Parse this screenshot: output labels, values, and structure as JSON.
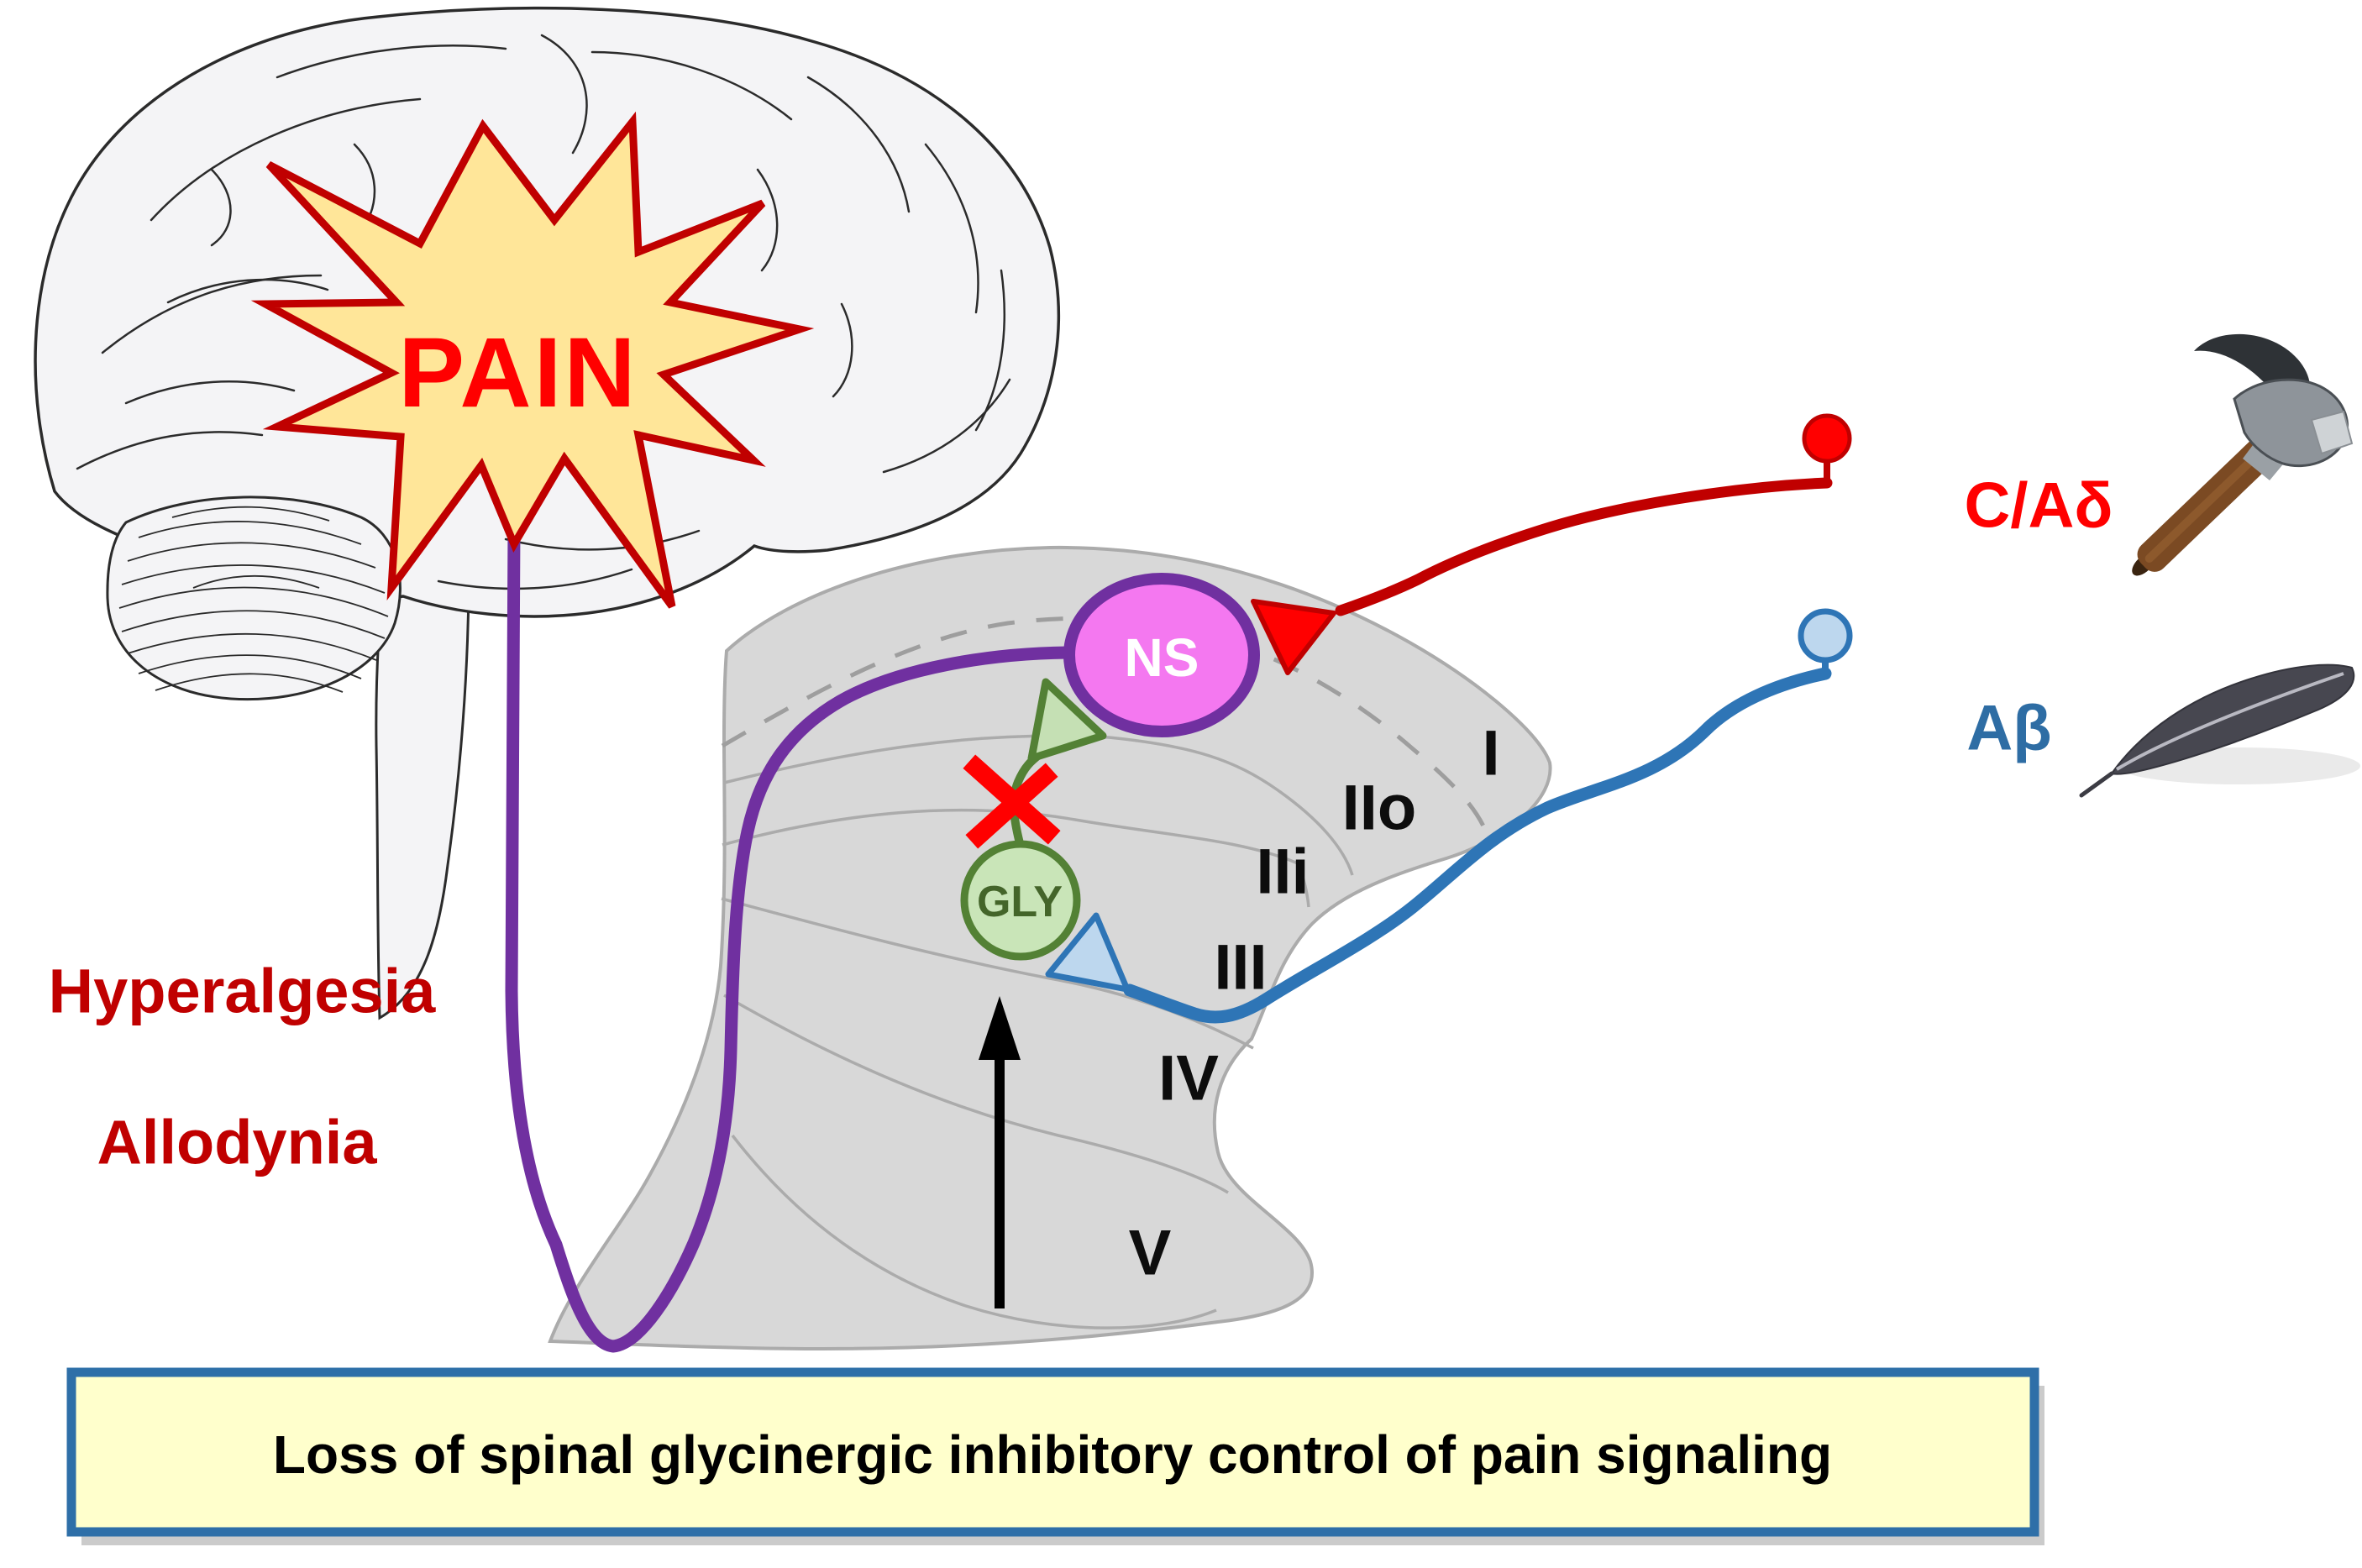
{
  "figure": {
    "pain_label": "PAIN",
    "hyperalgesia": "Hyperalgesia",
    "allodynia": "Allodynia",
    "banner_text": "Loss of spinal glycinergic inhibitory control of pain signaling",
    "neurons": {
      "ns_label": "NS",
      "gly_label": "GLY"
    },
    "fibers": {
      "c_adelta_label": "C/Aδ",
      "abeta_label": "Aβ"
    },
    "laminae_labels": [
      "I",
      "IIo",
      "IIi",
      "III",
      "IV",
      "V"
    ],
    "icons": {
      "noxious_stimulus": "hammer-icon",
      "innocuous_stimulus": "feather-icon",
      "blocked_synapse": "red-x-icon",
      "ascending_input": "up-arrow-icon"
    },
    "colors": {
      "pain_red": "#FF0000",
      "dark_red": "#C00000",
      "purple_pathway": "#7030A0",
      "ns_pink": "#F478F0",
      "gly_green_dark": "#538135",
      "gly_green_light": "#C9E5B8",
      "abeta_blue": "#2E75B6",
      "abeta_blue_light": "#BDD7EE",
      "cord_gray": "#D8D8D8",
      "cord_outline_gray": "#ABABAB",
      "starburst_yellow": "#FFE699",
      "banner_yellow": "#FFFFCC",
      "banner_border_blue": "#2E6FA8"
    }
  }
}
